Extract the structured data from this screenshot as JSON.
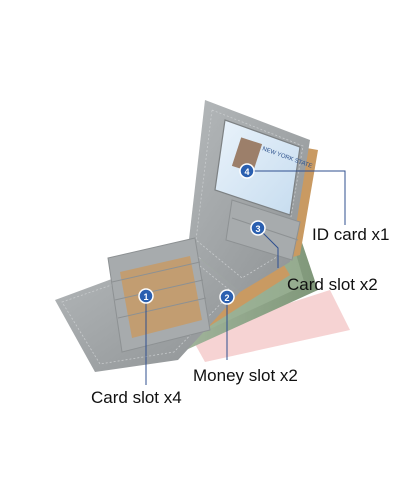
{
  "colors": {
    "leather": "#9fa3a5",
    "leather_dark": "#85898b",
    "leather_light": "#b4b7b9",
    "lining_tan": "#c99a62",
    "callout_line": "#2f4f8f",
    "marker_fill": "#2a5fb0",
    "money_green": "#8aa486"
  },
  "callouts": [
    {
      "number": "1",
      "label": "Card slot x4"
    },
    {
      "number": "2",
      "label": "Money slot x2"
    },
    {
      "number": "3",
      "label": "Card slot x2"
    },
    {
      "number": "4",
      "label": "ID card x1"
    }
  ],
  "id_card": {
    "header": "NEW YORK STATE"
  }
}
